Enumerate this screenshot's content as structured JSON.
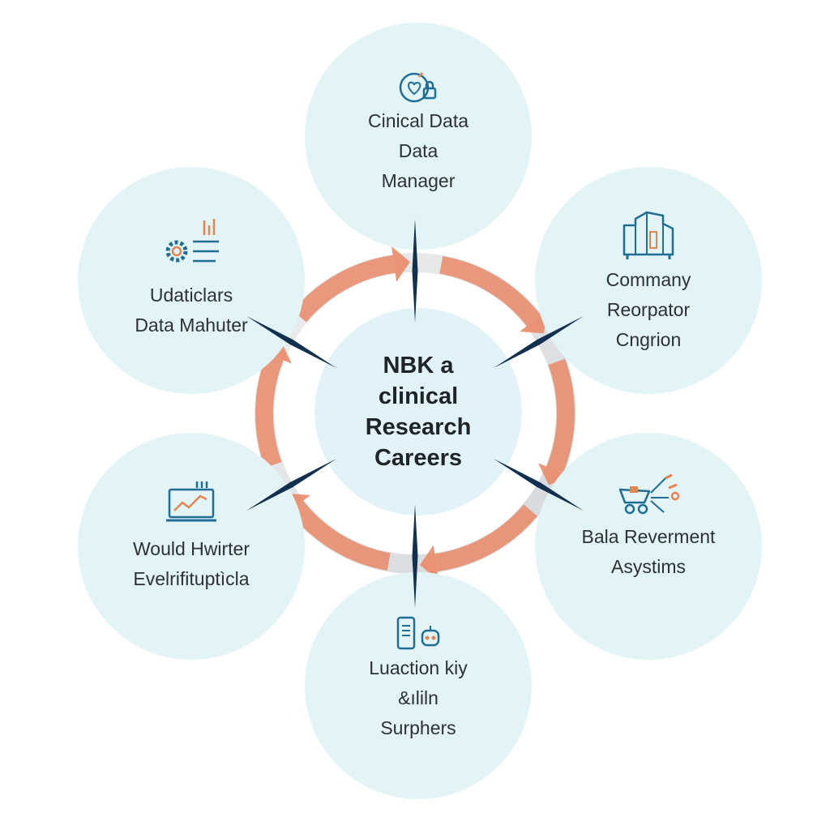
{
  "diagram": {
    "center": {
      "lines": [
        "NBK a",
        "clinical",
        "Research",
        "Careers"
      ]
    },
    "nodes": [
      {
        "key": "top",
        "lines": [
          "Cinical Data",
          "Data",
          "Manager"
        ],
        "icon": "clock-heart-lock-icon"
      },
      {
        "key": "upper-right",
        "lines": [
          "Commany",
          "Reorpator",
          "Cngrion"
        ],
        "icon": "building-icon"
      },
      {
        "key": "lower-right",
        "lines": [
          "Bala Reverment",
          "Asystims"
        ],
        "icon": "cart-network-icon"
      },
      {
        "key": "bottom",
        "lines": [
          "Luaction kiy",
          "&ıliln",
          "Surphers"
        ],
        "icon": "phone-robot-icon"
      },
      {
        "key": "lower-left",
        "lines": [
          "Would Hwirter",
          "Evelrifituptìcla"
        ],
        "icon": "laptop-chart-icon"
      },
      {
        "key": "upper-left",
        "lines": [
          "Udaticlars",
          "Data Mahuter"
        ],
        "icon": "gear-chart-icon"
      }
    ],
    "colors": {
      "bubble": "#e3f4f6",
      "center": "#e1f3f8",
      "ring": "#dadcde",
      "arrow_accent": "#ea8a68",
      "spoke": "#12304f",
      "icon_blue": "#1f6e95",
      "icon_orange": "#e7834f"
    }
  }
}
